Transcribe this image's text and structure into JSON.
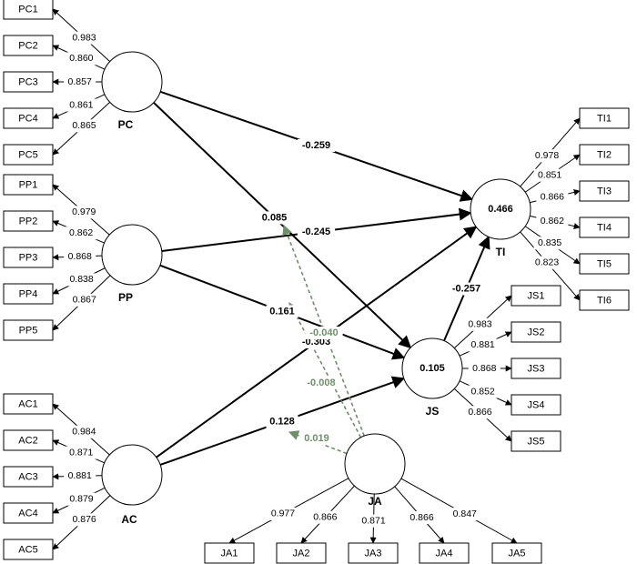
{
  "constructs": [
    {
      "id": "PC",
      "label": "PC",
      "r2": ""
    },
    {
      "id": "PP",
      "label": "PP",
      "r2": ""
    },
    {
      "id": "AC",
      "label": "AC",
      "r2": ""
    },
    {
      "id": "JA",
      "label": "JA",
      "r2": ""
    },
    {
      "id": "JS",
      "label": "JS",
      "r2": "0.105"
    },
    {
      "id": "TI",
      "label": "TI",
      "r2": "0.466"
    }
  ],
  "indicators": {
    "PC": [
      {
        "label": "PC1",
        "loading": "0.983"
      },
      {
        "label": "PC2",
        "loading": "0.860"
      },
      {
        "label": "PC3",
        "loading": "0.857"
      },
      {
        "label": "PC4",
        "loading": "0.861"
      },
      {
        "label": "PC5",
        "loading": "0.865"
      }
    ],
    "PP": [
      {
        "label": "PP1",
        "loading": "0.979"
      },
      {
        "label": "PP2",
        "loading": "0.862"
      },
      {
        "label": "PP3",
        "loading": "0.868"
      },
      {
        "label": "PP4",
        "loading": "0.838"
      },
      {
        "label": "PP5",
        "loading": "0.867"
      }
    ],
    "AC": [
      {
        "label": "AC1",
        "loading": "0.984"
      },
      {
        "label": "AC2",
        "loading": "0.871"
      },
      {
        "label": "AC3",
        "loading": "0.881"
      },
      {
        "label": "AC4",
        "loading": "0.879"
      },
      {
        "label": "AC5",
        "loading": "0.876"
      }
    ],
    "TI": [
      {
        "label": "TI1",
        "loading": "0.978"
      },
      {
        "label": "TI2",
        "loading": "0.851"
      },
      {
        "label": "TI3",
        "loading": "0.866"
      },
      {
        "label": "TI4",
        "loading": "0.862"
      },
      {
        "label": "TI5",
        "loading": "0.835"
      },
      {
        "label": "TI6",
        "loading": "0.823"
      }
    ],
    "JS": [
      {
        "label": "JS1",
        "loading": "0.983"
      },
      {
        "label": "JS2",
        "loading": "0.881"
      },
      {
        "label": "JS3",
        "loading": "0.868"
      },
      {
        "label": "JS4",
        "loading": "0.852"
      },
      {
        "label": "JS5",
        "loading": "0.866"
      }
    ],
    "JA": [
      {
        "label": "JA1",
        "loading": "0.977"
      },
      {
        "label": "JA2",
        "loading": "0.866"
      },
      {
        "label": "JA3",
        "loading": "0.871"
      },
      {
        "label": "JA4",
        "loading": "0.866"
      },
      {
        "label": "JA5",
        "loading": "0.847"
      }
    ]
  },
  "paths": [
    {
      "from": "PC",
      "to": "TI",
      "coef": "-0.259"
    },
    {
      "from": "PC",
      "to": "JS",
      "coef": "0.085"
    },
    {
      "from": "PP",
      "to": "TI",
      "coef": "-0.245"
    },
    {
      "from": "PP",
      "to": "JS",
      "coef": "0.161"
    },
    {
      "from": "AC",
      "to": "TI",
      "coef": "-0.303"
    },
    {
      "from": "AC",
      "to": "JS",
      "coef": "0.128"
    },
    {
      "from": "JS",
      "to": "TI",
      "coef": "-0.257"
    }
  ],
  "moderations": [
    {
      "from": "JA",
      "target": "PC→JS",
      "coef": "-0.040"
    },
    {
      "from": "JA",
      "target": "PP→JS",
      "coef": "-0.008"
    },
    {
      "from": "JA",
      "target": "AC→JS",
      "coef": "0.019"
    }
  ],
  "colors": {
    "structural": "#000000",
    "moderation": "#6f8f6b"
  }
}
